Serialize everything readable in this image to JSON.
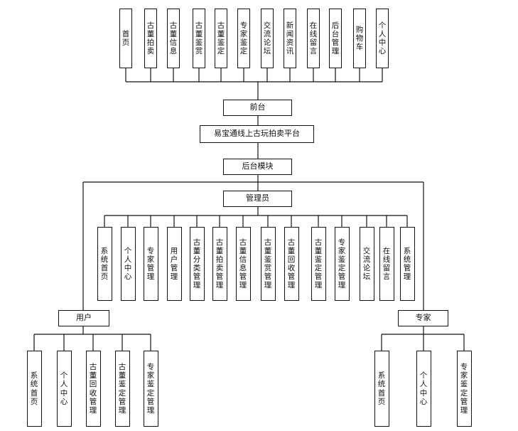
{
  "top_modules": [
    "首页",
    "古董拍卖",
    "古董信息",
    "古董鉴赏",
    "古董鉴定",
    "专家鉴定",
    "交流论坛",
    "新闻资讯",
    "在线留言",
    "后台管理",
    "购物车",
    "个人中心"
  ],
  "frontend_label": "前台",
  "platform_label": "易宝通线上古玩拍卖平台",
  "backend_label": "后台模块",
  "admin": {
    "label": "管理员",
    "modules": [
      "系统首页",
      "个人中心",
      "专家管理",
      "用户管理",
      "古董分类管理",
      "古董拍卖管理",
      "古董信息管理",
      "古董鉴赏管理",
      "古董回收管理",
      "古董鉴定管理",
      "专家鉴定管理",
      "交流论坛",
      "在线留言",
      "系统管理"
    ]
  },
  "user": {
    "label": "用户",
    "modules": [
      "系统首页",
      "个人中心",
      "古董回收管理",
      "古董鉴定管理",
      "专家鉴定管理"
    ]
  },
  "expert": {
    "label": "专家",
    "modules": [
      "系统首页",
      "个人中心",
      "专家鉴定管理"
    ]
  }
}
